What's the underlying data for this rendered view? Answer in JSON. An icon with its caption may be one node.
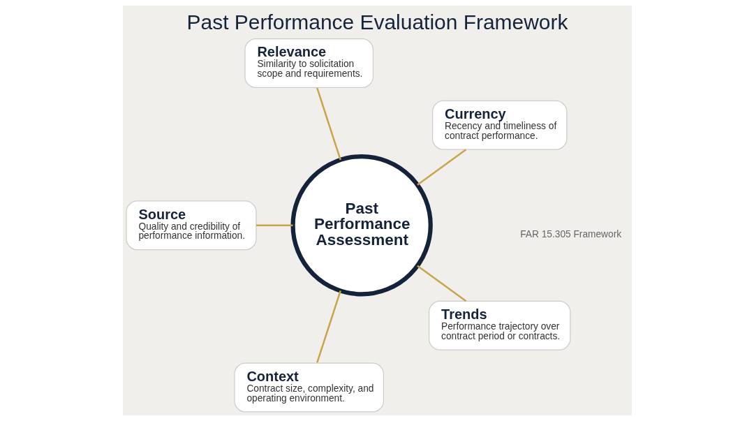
{
  "diagram": {
    "title": "Past Performance Evaluation Framework",
    "nodes": [
      {
        "text": [
          "Past Performance Assessment"
        ]
      },
      {
        "text": [
          "Currency",
          "Recency and timeliness of contract performance."
        ]
      },
      {
        "text": [
          "Relevance",
          "Similarity to solicitation scope and requirements."
        ]
      },
      {
        "text": [
          "Source",
          "Quality and credibility of performance information."
        ]
      },
      {
        "text": [
          "Context",
          "Contract size, complexity, and operating environment."
        ]
      },
      {
        "text": [
          "Trends",
          "Performance trajectory over contract period or contracts."
        ]
      }
    ],
    "edges": [
      {
        "from": 0,
        "to": 1,
        "arrow": "none"
      },
      {
        "from": 0,
        "to": 2,
        "arrow": "none"
      },
      {
        "from": 0,
        "to": 3,
        "arrow": "none"
      },
      {
        "from": 0,
        "to": 4,
        "arrow": "none"
      },
      {
        "from": 0,
        "to": 5,
        "arrow": "none"
      }
    ],
    "labels": [
      "FAR 15.305 Framework"
    ]
  }
}
